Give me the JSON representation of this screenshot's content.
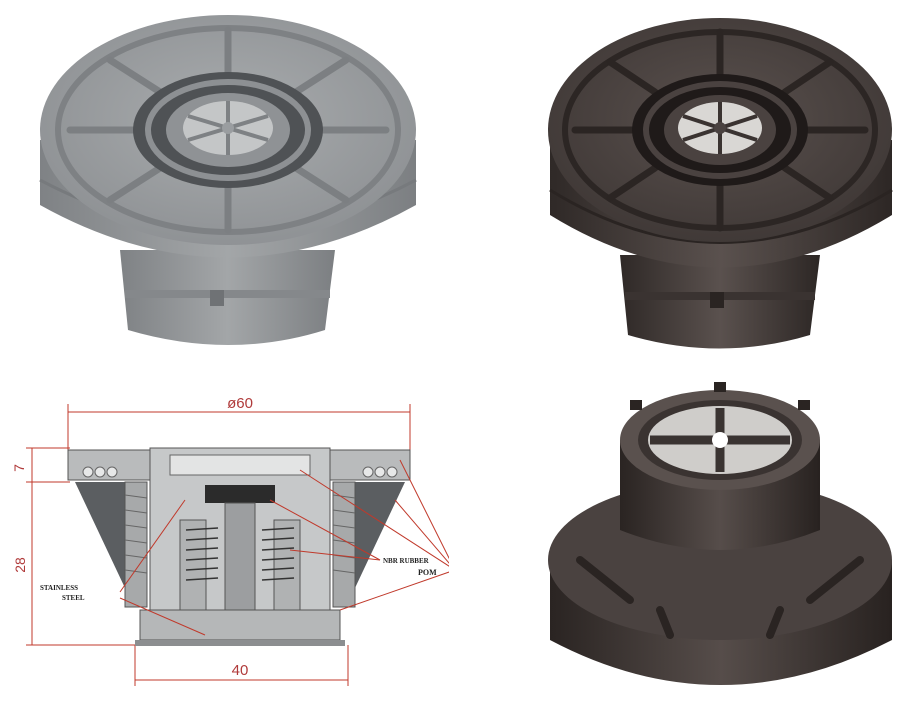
{
  "drawing": {
    "dim_top": "ø60",
    "dim_bottom": "40",
    "dim_left_top": "7",
    "dim_left_height": "28",
    "label_stainless_1": "STAINLESS",
    "label_stainless_2": "STEEL",
    "label_nbr": "NBR RUBBER",
    "label_pom": "POM"
  },
  "colors": {
    "grey_body": "#9a9da0",
    "dark_body": "#4a4240",
    "drawing_fill": "#b9bbbc",
    "drawing_dark": "#5b5e61",
    "dim_line": "#c0392b"
  }
}
